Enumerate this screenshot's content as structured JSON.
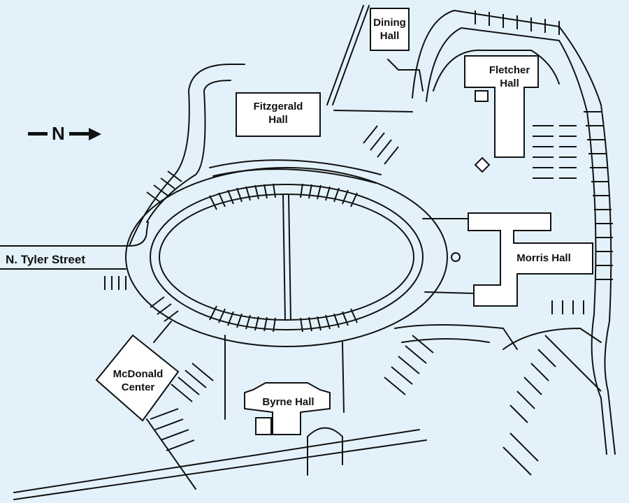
{
  "compass": {
    "letter": "N",
    "direction_icon": "arrow-right-icon"
  },
  "labels": {
    "dining_hall": "Dining\nHall",
    "fletcher_hall": "Fletcher\nHall",
    "fitzgerald_hall": "Fitzgerald\nHall",
    "morris_hall": "Morris Hall",
    "mcdonald_center": "McDonald\nCenter",
    "byrne_hall": "Byrne Hall",
    "street": "N. Tyler Street"
  },
  "colors": {
    "background": "#e3f2fa",
    "building": "#ffffff",
    "line": "#111111"
  }
}
